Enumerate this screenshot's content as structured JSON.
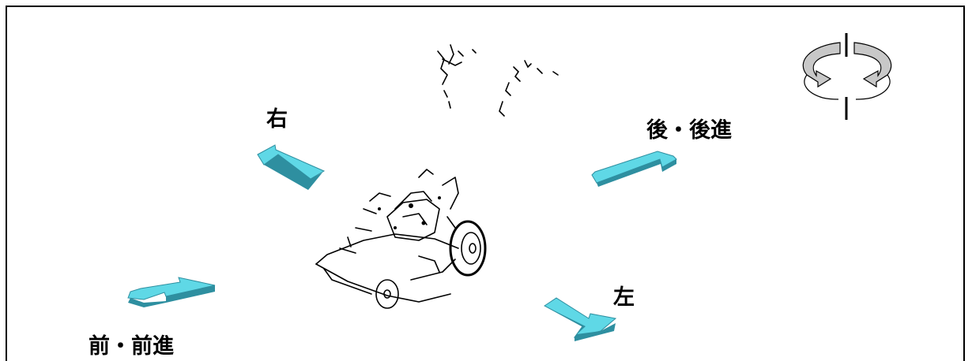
{
  "labels": {
    "right": "右",
    "back": "後・後進",
    "left": "左",
    "front": "前・前進"
  },
  "icons": {
    "rotation": "rotation-axis-icon",
    "mower": "lawn-mower-illustration",
    "handle": "mower-handle-fragment"
  },
  "colors": {
    "arrow_face": "#5FD8E6",
    "arrow_side": "#2E8FA0",
    "rotation_fill": "#C8C8C8",
    "border": "#000000"
  }
}
